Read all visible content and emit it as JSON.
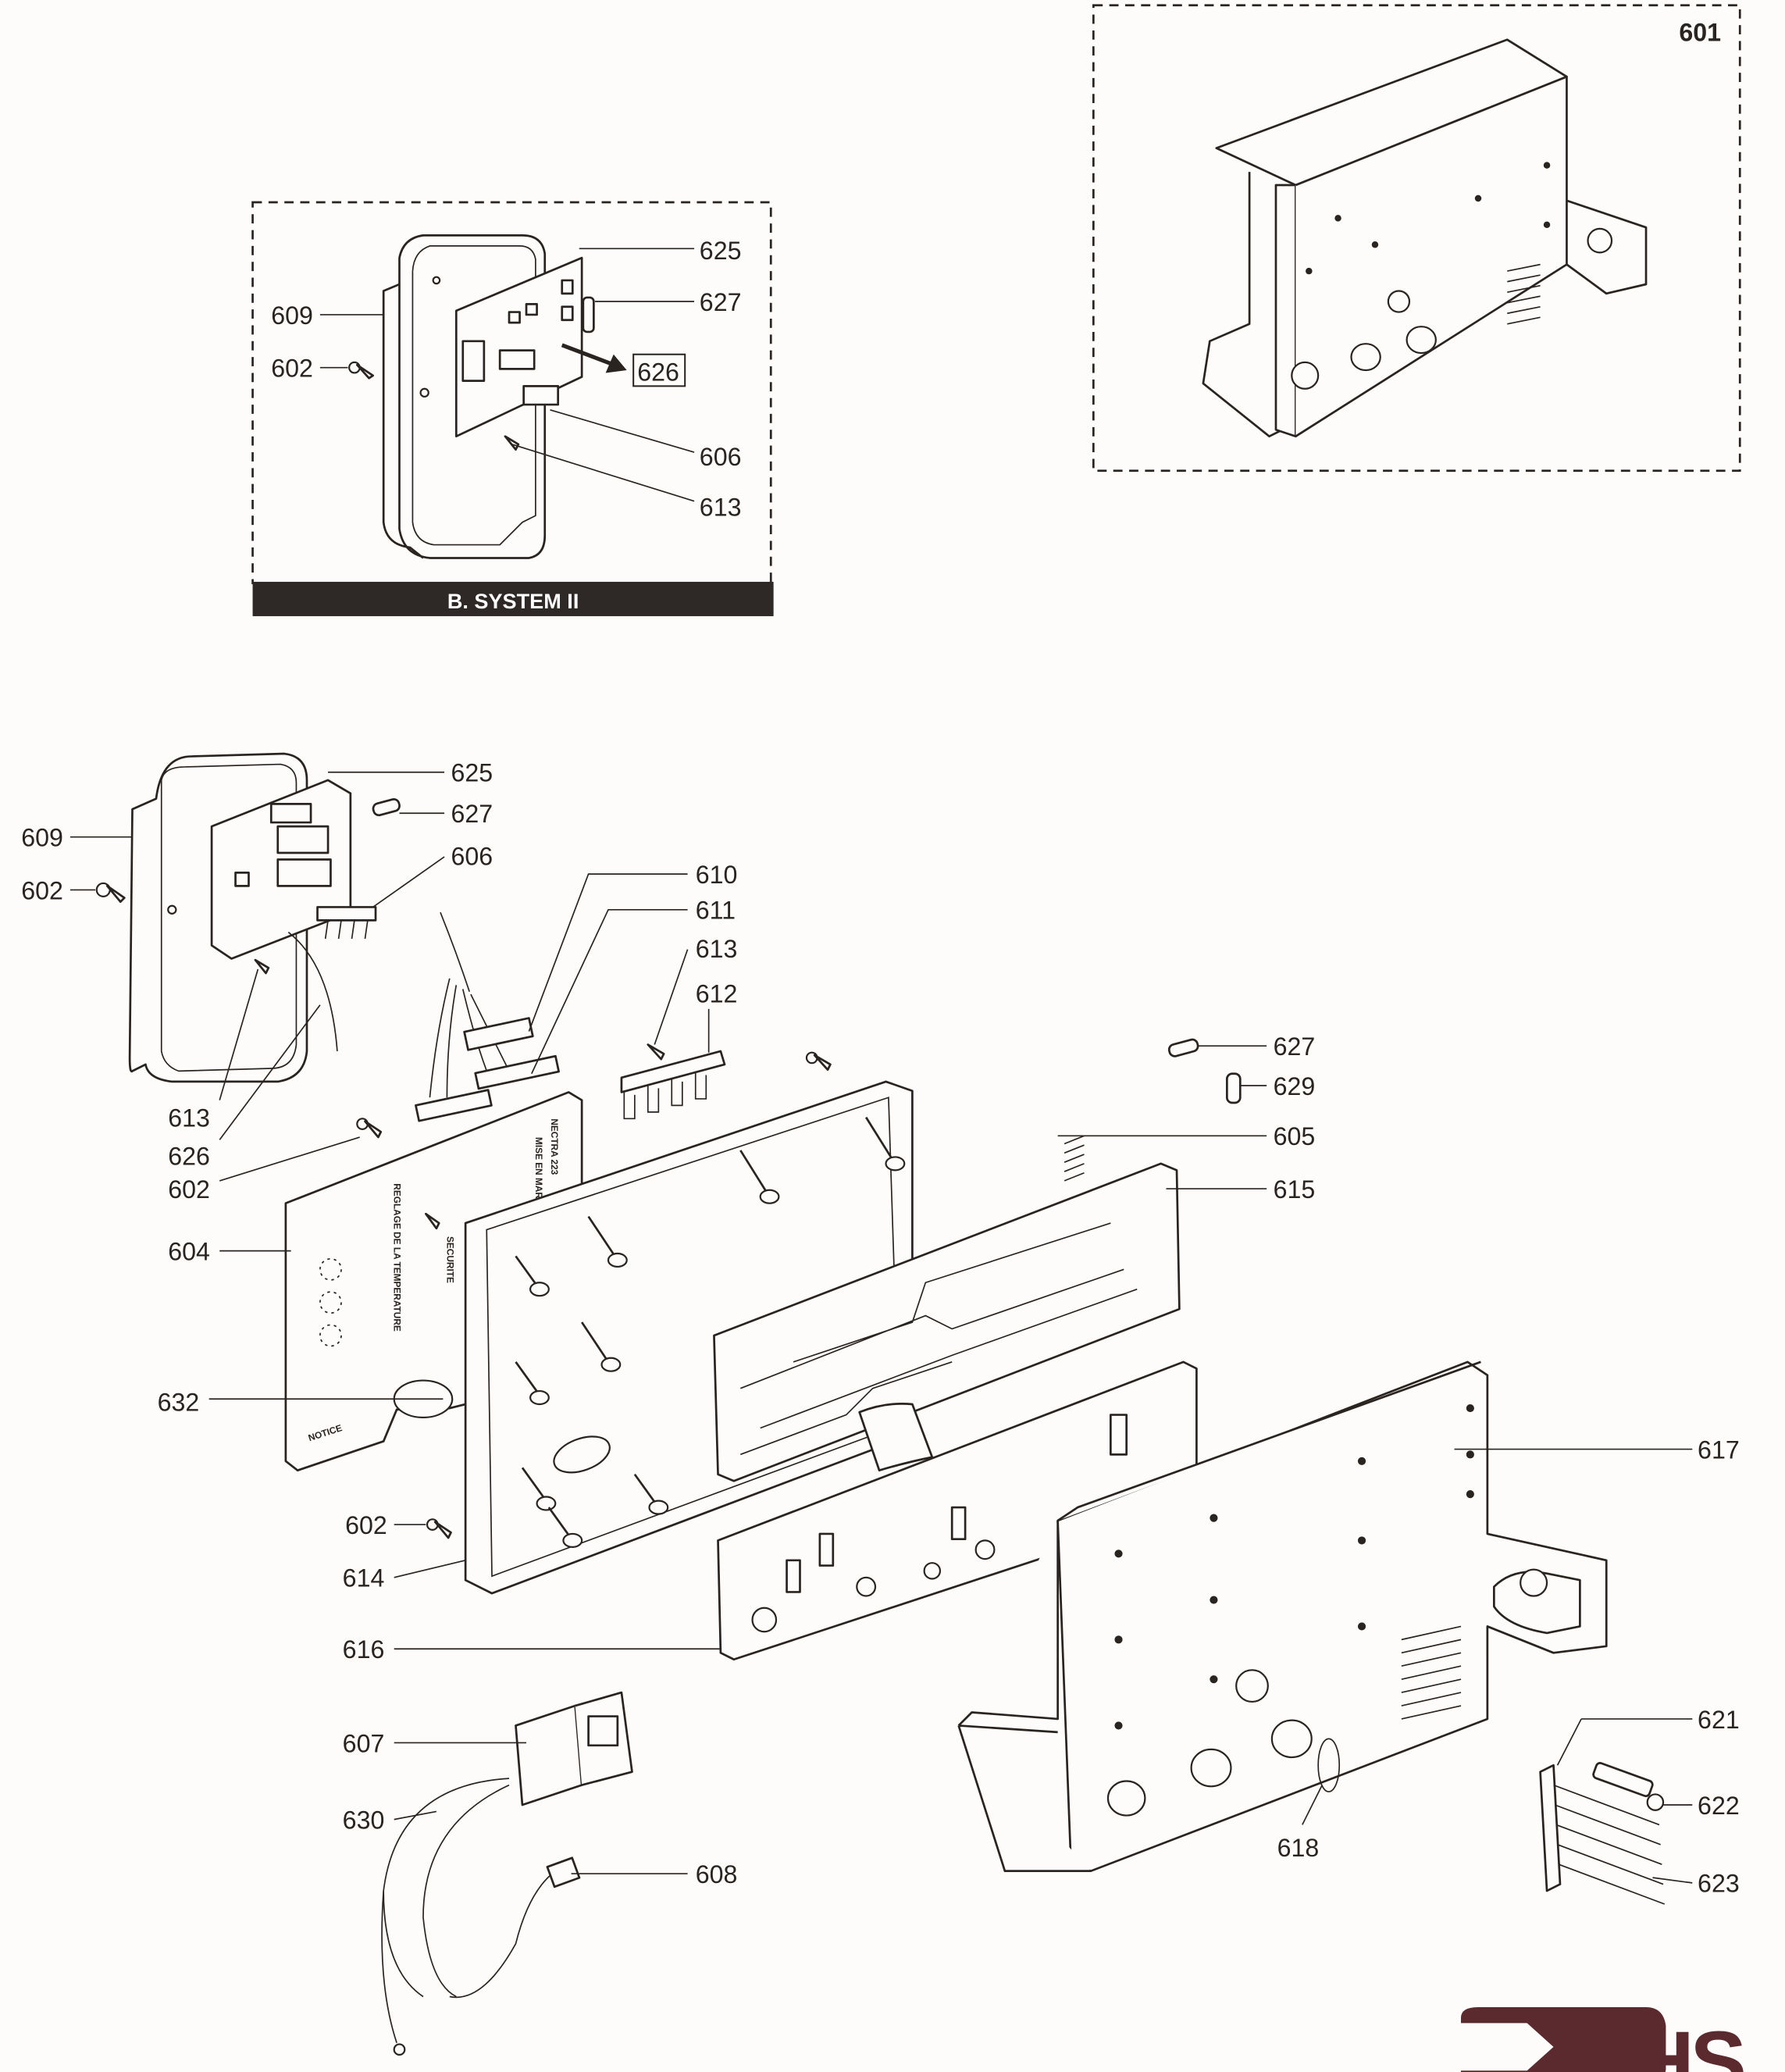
{
  "inset_system2": {
    "title": "B. SYSTEM II",
    "labels": {
      "l625": "625",
      "l627": "627",
      "l609": "609",
      "l602": "602",
      "l626": "626",
      "l606": "606",
      "l613": "613"
    }
  },
  "inset_601": {
    "label": "601"
  },
  "main_labels": {
    "l625": "625",
    "l627a": "627",
    "l609": "609",
    "l602a": "602",
    "l606": "606",
    "l610": "610",
    "l611": "611",
    "l613a": "613",
    "l612": "612",
    "l627b": "627",
    "l629": "629",
    "l605": "605",
    "l615": "615",
    "l613b": "613",
    "l626": "626",
    "l602b": "602",
    "l604": "604",
    "l632": "632",
    "l617": "617",
    "l602c": "602",
    "l614": "614",
    "l616": "616",
    "l607": "607",
    "l630": "630",
    "l608": "608",
    "l621": "621",
    "l622": "622",
    "l618": "618",
    "l623": "623"
  },
  "sticker": {
    "model": "NECTRA 223",
    "startup": "MISE EN MARCHE",
    "temperature": "REGLAGE DE LA TEMPERATURE",
    "safety": "SECURITE",
    "notice": "NOTICE"
  },
  "logo": {
    "text": "DHS",
    "color": "#5a2a2e"
  }
}
